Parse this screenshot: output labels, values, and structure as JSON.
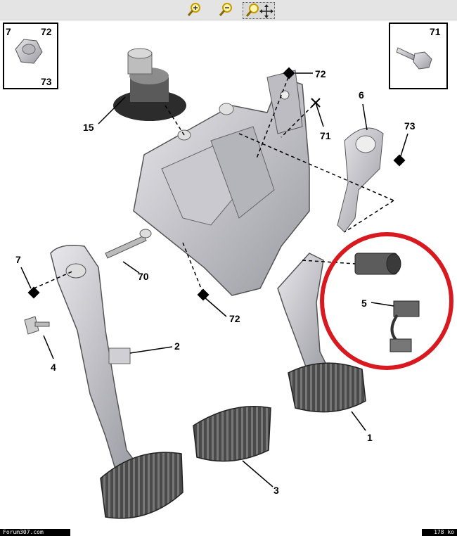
{
  "toolbar": {
    "buttons": [
      {
        "icon": "zoom-in-icon"
      },
      {
        "icon": "zoom-out-icon"
      },
      {
        "icon": "zoom-pan-icon",
        "active": true
      }
    ]
  },
  "inset_left": {
    "labels": [
      "7",
      "72",
      "73"
    ]
  },
  "inset_right": {
    "labels": [
      "71"
    ]
  },
  "callouts": {
    "c15": "15",
    "c72a": "72",
    "c71": "71",
    "c6": "6",
    "c73": "73",
    "c7": "7",
    "c70": "70",
    "c72b": "72",
    "c2": "2",
    "c4": "4",
    "c5": "5",
    "c1": "1",
    "c3": "3"
  },
  "highlight_color": "#d8191f",
  "footer": {
    "left": "Forum307.com",
    "right": "178 ko"
  }
}
